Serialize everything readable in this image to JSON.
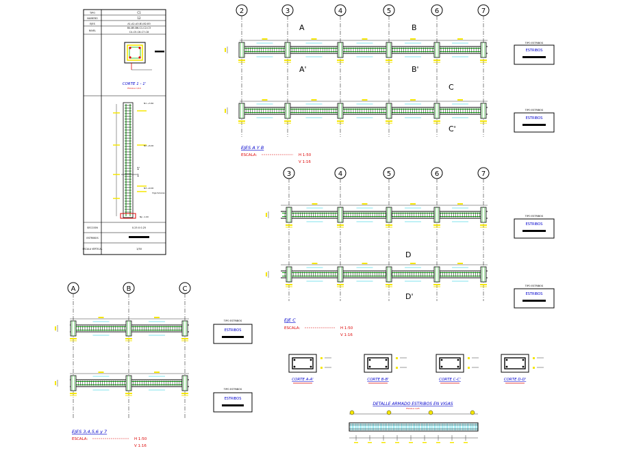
{
  "column_table": {
    "row_labels": [
      "TIPO",
      "NUMERO",
      "EJES",
      "NIVEL",
      "SECCION",
      "ESTRIBOS",
      "ESCALA VERTICAL"
    ],
    "tipo_value": "C1",
    "numero_value": "12",
    "ejes_values": [
      "A1-A2-A3-B1-B2-B3",
      "B4-B5-B6-C1-C2-C3",
      "C4-C5-C6-C7-C8"
    ],
    "section_title": "CORTE 1 - 1'",
    "section_subtitle": "ESCALA 1/10",
    "level_labels": [
      "N1 +3.60",
      "N2 +6.00",
      "N3 +9.00",
      "Np -1.00"
    ],
    "rebar_note": "Viga Soleras",
    "seccion_value": "0.25 X 0.25",
    "escala_value": "1/50",
    "tick_1": "1'",
    "tick_2": "1"
  },
  "section_ab": {
    "column_numbers": [
      "2",
      "3",
      "4",
      "5",
      "6",
      "7"
    ],
    "cut_marks": [
      "A",
      "A'",
      "B",
      "B'",
      "C",
      "C'"
    ],
    "title": "EJES A Y B",
    "scale_label": "ESCALA:",
    "scale_h": "H 1:50",
    "scale_v": "V 1:16",
    "legend_caption": "ESTRIBOS",
    "legend_header": "TIPO ESTRIBOS"
  },
  "section_c": {
    "column_numbers": [
      "3",
      "4",
      "5",
      "6",
      "7"
    ],
    "cut_marks": [
      "D",
      "D'"
    ],
    "title": "EJE C",
    "scale_label": "ESCALA:",
    "scale_h": "H 1:50",
    "scale_v": "V 1:16",
    "legend_caption": "ESTRIBOS"
  },
  "section_abc": {
    "column_letters": [
      "A",
      "B",
      "C"
    ],
    "title": "EJES 3,4,5,6 y 7",
    "scale_label": "ESCALA:",
    "scale_h": "H 1:50",
    "scale_v": "V 1:16",
    "legend_caption": "ESTRIBOS"
  },
  "cortes": [
    "CORTE A-A'",
    "CORTE B-B'",
    "CORTE C-C'",
    "CORTE D-D'"
  ],
  "detail": {
    "title": "DETALLE ARMADO ESTRIBOS EN VIGAS",
    "subtitle": "ESCALA 1/25"
  },
  "colors": {
    "line": "#000000",
    "beam": "#00b400",
    "rebar": "#00a000",
    "cyan": "#00c8dc",
    "yellow": "#f5e600",
    "title": "#0000cc",
    "red": "#dd0000",
    "legend_text": "#0000cc"
  }
}
